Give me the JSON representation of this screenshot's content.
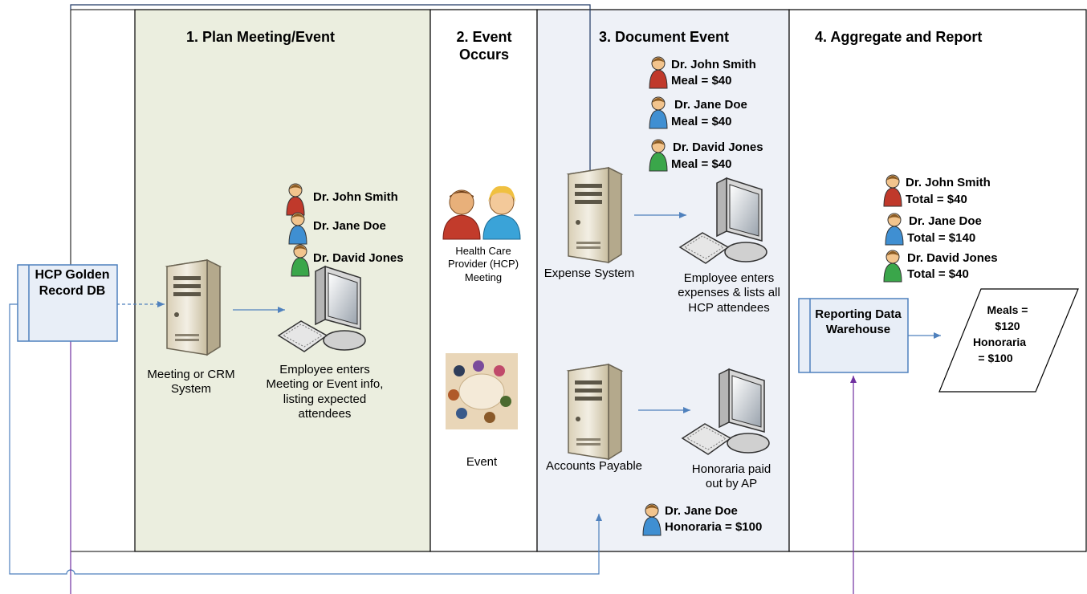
{
  "lanes": {
    "plan": "1. Plan Meeting/Event",
    "occurs": "2. Event Occurs",
    "document": "3. Document Event",
    "report": "4. Aggregate and Report"
  },
  "hcp_db": "HCP Golden Record DB",
  "plan_lane": {
    "system_caption": "Meeting or CRM System",
    "employee_caption": "Employee enters Meeting or Event info, listing expected attendees",
    "attendees": [
      "Dr. John Smith",
      "Dr. Jane Doe",
      "Dr. David Jones"
    ]
  },
  "occurs_lane": {
    "meeting_caption": "Health Care Provider (HCP) Meeting",
    "event_caption": "Event"
  },
  "document_lane": {
    "expense_caption": "Expense System",
    "expense_employee_caption": "Employee enters expenses & lists all HCP attendees",
    "ap_caption": "Accounts Payable",
    "ap_employee_caption": "Honoraria paid out by AP",
    "meal_people": [
      {
        "name": "Dr. John Smith",
        "detail": "Meal = $40"
      },
      {
        "name": "Dr. Jane Doe",
        "detail": "Meal = $40"
      },
      {
        "name": "Dr. David Jones",
        "detail": "Meal = $40"
      }
    ],
    "honoraria_person": {
      "name": "Dr. Jane Doe",
      "detail": "Honoraria = $100"
    }
  },
  "report_lane": {
    "warehouse": "Reporting Data Warehouse",
    "totals": [
      {
        "name": "Dr. John Smith",
        "detail": "Total = $40"
      },
      {
        "name": "Dr. Jane Doe",
        "detail": "Total = $140"
      },
      {
        "name": "Dr. David Jones",
        "detail": "Total = $40"
      }
    ],
    "summary_line1": "Meals =",
    "summary_line2": "$120",
    "summary_line3": "Honoraria",
    "summary_line4": "= $100"
  },
  "colors": {
    "lane_plan_bg": "#ebeedf",
    "lane_document_bg": "#eef1f7",
    "connector_blue": "#4f81bd",
    "connector_purple": "#7030a0",
    "box_bg": "#e8eef7",
    "person_red": "#c0392b",
    "person_blue": "#3f8fd2",
    "person_green": "#3aa64a"
  }
}
